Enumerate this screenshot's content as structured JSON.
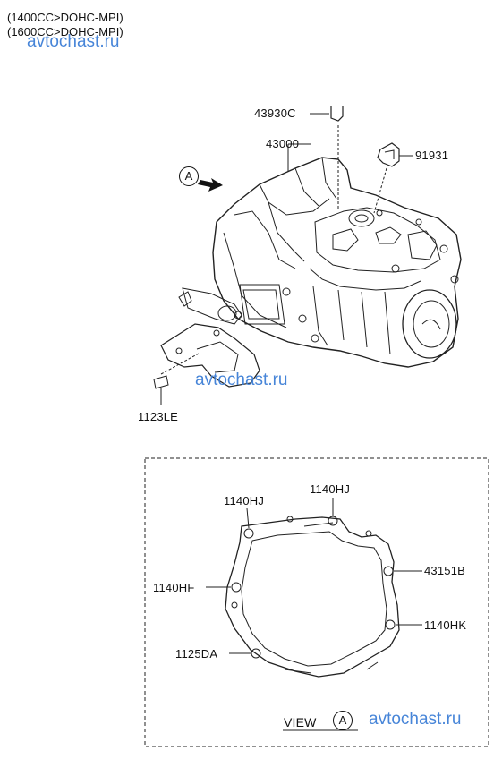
{
  "header": {
    "lines": [
      "(1400CC>DOHC-MPI)",
      "(1600CC>DOHC-MPI)"
    ]
  },
  "watermark": "avtochast.ru",
  "parts": {
    "p43930C": "43930C",
    "p43000": "43000",
    "p91931": "91931",
    "p1123LE": "1123LE"
  },
  "view_marker": "A",
  "view": {
    "word": "VIEW",
    "letter": "A",
    "labels": {
      "hj_left": "1140HJ",
      "hj_right": "1140HJ",
      "p43151B": "43151B",
      "hf": "1140HF",
      "hk": "1140HK",
      "da": "1125DA"
    }
  }
}
